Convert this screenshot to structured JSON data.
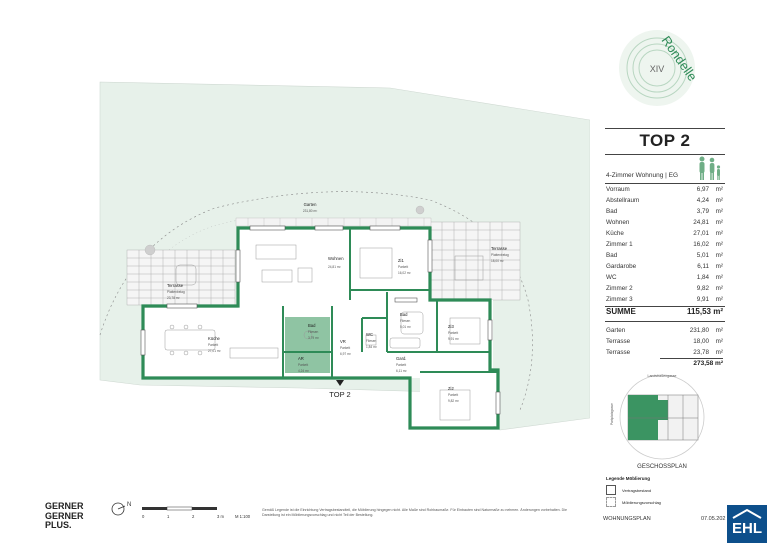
{
  "brand": {
    "name": "Rondelle",
    "numeral": "XIV",
    "developer_lines": [
      "GERNER",
      "GERNER",
      "PLUS."
    ],
    "agent_logo": "EHL"
  },
  "unit": {
    "title": "TOP 2",
    "subtitle": "4-Zimmer Wohnung | EG",
    "rooms": [
      {
        "name": "Vorraum",
        "area": "6,97",
        "unit": "m²"
      },
      {
        "name": "Abstellraum",
        "area": "4,24",
        "unit": "m²"
      },
      {
        "name": "Bad",
        "area": "3,79",
        "unit": "m²"
      },
      {
        "name": "Wohnen",
        "area": "24,81",
        "unit": "m²"
      },
      {
        "name": "Küche",
        "area": "27,01",
        "unit": "m²"
      },
      {
        "name": "Zimmer 1",
        "area": "16,02",
        "unit": "m²"
      },
      {
        "name": "Bad",
        "area": "5,01",
        "unit": "m²"
      },
      {
        "name": "Gardarobe",
        "area": "6,11",
        "unit": "m²"
      },
      {
        "name": "WC",
        "area": "1,84",
        "unit": "m²"
      },
      {
        "name": "Zimmer 2",
        "area": "9,82",
        "unit": "m²"
      },
      {
        "name": "Zimmer 3",
        "area": "9,91",
        "unit": "m²"
      }
    ],
    "sum_label": "SUMME",
    "sum_value": "115,53 m²",
    "outdoor": [
      {
        "name": "Garten",
        "area": "231,80",
        "unit": "m²"
      },
      {
        "name": "Terrasse",
        "area": "18,00",
        "unit": "m²"
      },
      {
        "name": "Terrasse",
        "area": "23,78",
        "unit": "m²"
      }
    ],
    "outdoor_total": "273,58 m²"
  },
  "plan": {
    "labels": {
      "garten": "Garten",
      "garten_area": "231,80 m²",
      "terrasse_left": "Terrasse",
      "terrasse_left_sub": "Plattenbelag",
      "terrasse_left_area": "23,78 m²",
      "terrasse_right": "Terrasse",
      "terrasse_right_sub": "Plattenbelag",
      "terrasse_right_area": "18,00 m²",
      "wohnen": "Wohnen",
      "wohnen_area": "24,81 m²",
      "zi1": "Zi1",
      "zi1_sub": "Parkett",
      "zi1_area": "16,02 m²",
      "kueche": "Küche",
      "kueche_sub": "Parkett",
      "kueche_area": "27,01 m²",
      "bad1": "Bad",
      "bad1_sub": "Fliesen",
      "bad1_area": "3,79 m²",
      "ar": "AR",
      "ar_sub": "Parkett",
      "ar_area": "4,24 m²",
      "vr": "VR",
      "vr_sub": "Parkett",
      "vr_area": "6,97 m²",
      "wc": "WC",
      "wc_sub": "Fliesen",
      "wc_area": "1,84 m²",
      "bad2": "Bad",
      "bad2_sub": "Fliesen",
      "bad2_area": "5,01 m²",
      "zi3": "Zi3",
      "zi3_sub": "Parkett",
      "zi3_area": "9,91 m²",
      "gard": "Gard.",
      "gard_sub": "Parkett",
      "gard_area": "6,11 m²",
      "zi2": "Zi2",
      "zi2_sub": "Parkett",
      "zi2_area": "9,82 m²",
      "entrance": "TOP 2"
    },
    "scale_ticks": [
      "0",
      "1",
      "2",
      "3 m"
    ],
    "scale_ratio": "M 1:100",
    "north": "N"
  },
  "keyplan": {
    "caption": "GESCHOSSPLAN",
    "side_label": "Landstraßengasse",
    "left_label": "Parkplatzgasse"
  },
  "legend": {
    "title": "Legende Möblierung",
    "items": [
      "Vertragsbestand",
      "Möblierungsvorschlag"
    ]
  },
  "footer": {
    "disclaimer": "Gemäß Legende ist die Einrichtung Vertragsbestandteil, die Möblierung hingegen nicht. Alle Maße sind Rohbaumaße. Für Einbauten sind Naturmaße zu nehmen. Änderungen vorbehalten. Die Darstellung ist ein Möblierungsvorschlag und nicht Teil der Bestellung.",
    "doc_label": "WOHNUNGSPLAN",
    "date": "07.05.202"
  },
  "colors": {
    "wall": "#2e8b57",
    "garden": "#e7f1ea",
    "room_highlight": "#8fc4a3",
    "text": "#222222"
  }
}
